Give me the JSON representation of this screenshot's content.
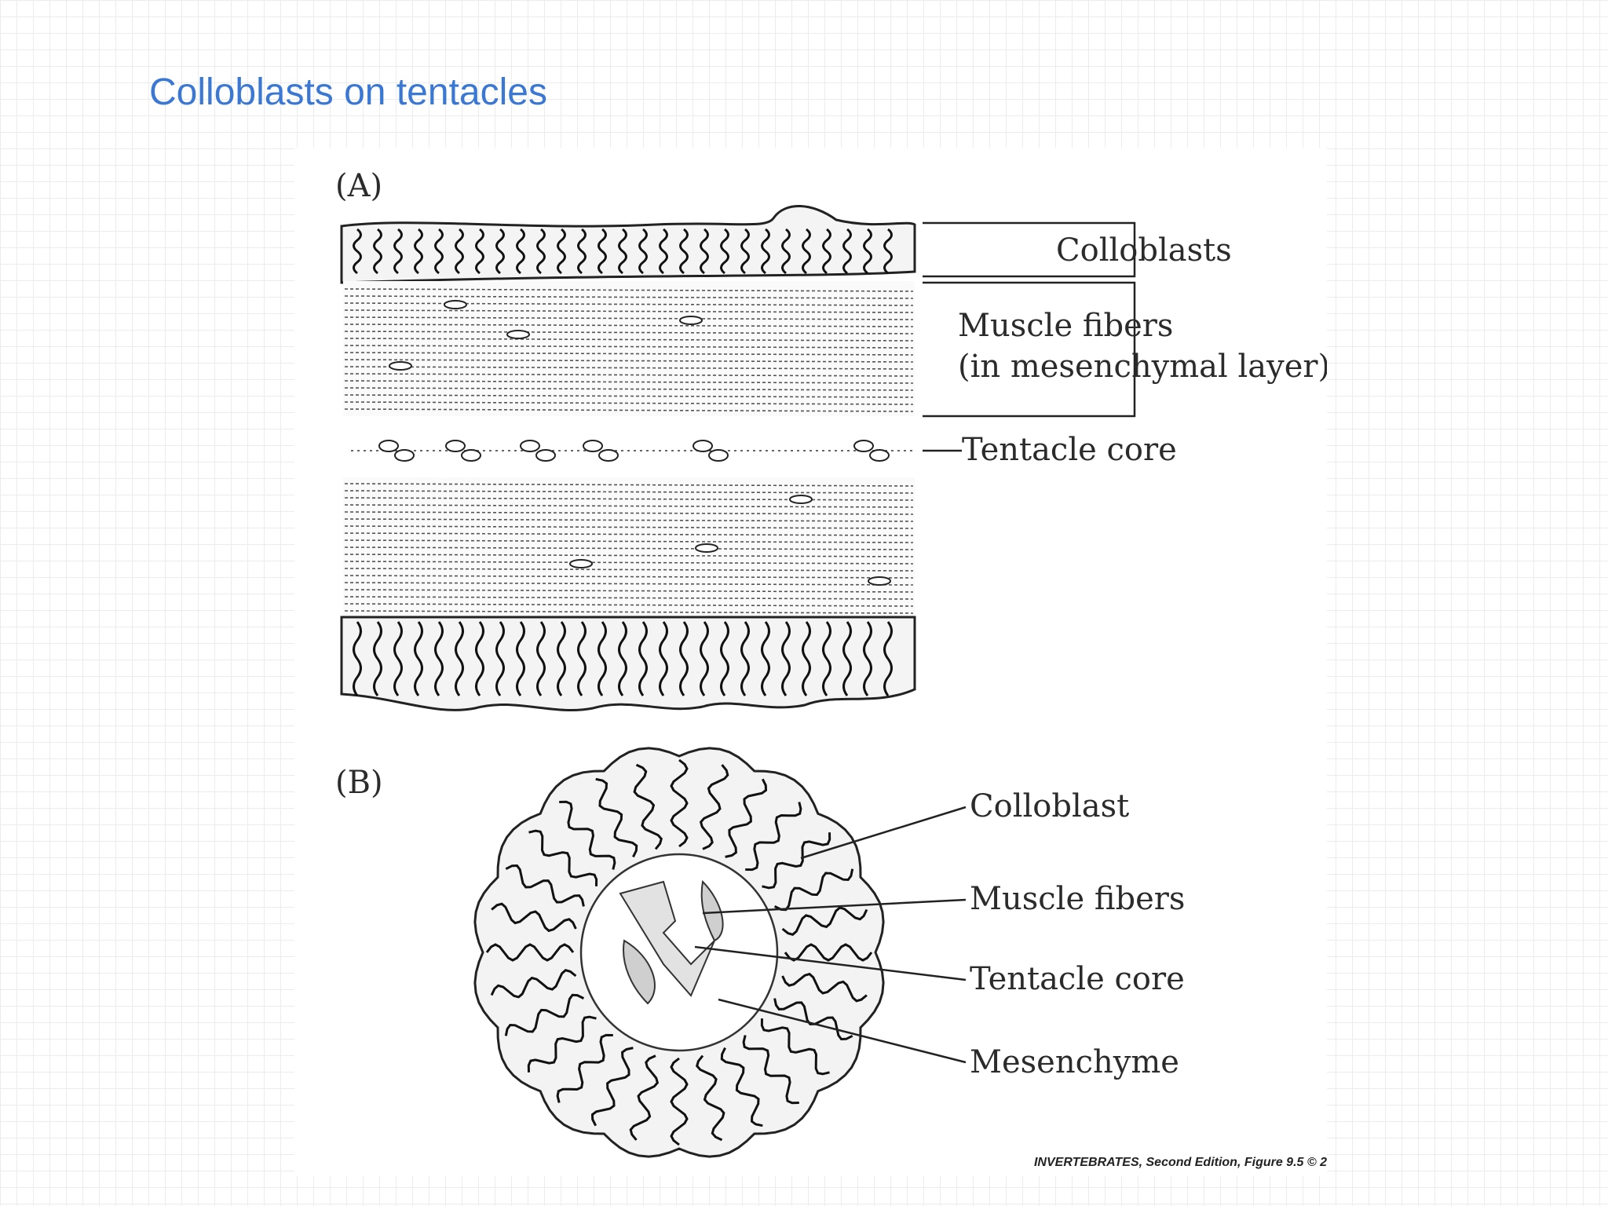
{
  "slide": {
    "title": "Colloblasts on tentacles"
  },
  "panel_a": {
    "label": "(A)",
    "colloblasts": "Colloblasts",
    "muscle_fibers": "Muscle fibers",
    "mesenchymal_layer": "(in mesenchymal layer)",
    "tentacle_core": "Tentacle core"
  },
  "panel_b": {
    "label": "(B)",
    "colloblast": "Colloblast",
    "muscle_fibers": "Muscle fibers",
    "tentacle_core": "Tentacle core",
    "mesenchyme": "Mesenchyme"
  },
  "credit": "INVERTEBRATES, Second Edition, Figure 9.5 © 2",
  "colors": {
    "title": "#3a78d4",
    "ink": "#2b2b2b"
  }
}
